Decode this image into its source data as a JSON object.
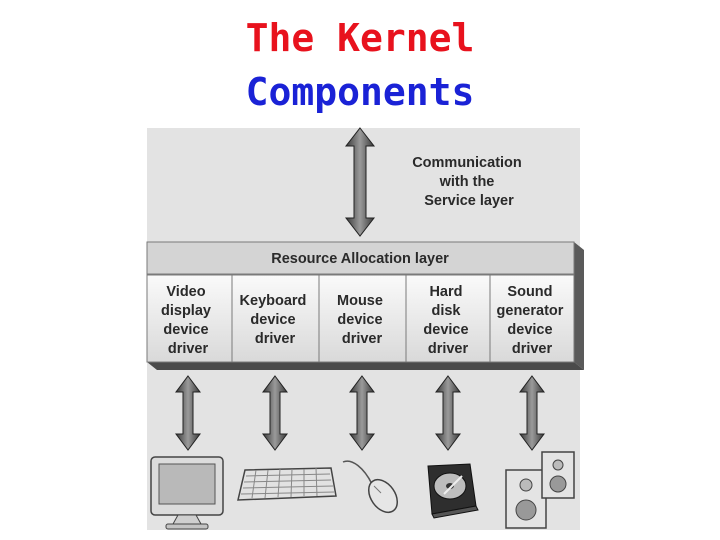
{
  "title": {
    "line1": "The Kernel",
    "line2": "Components"
  },
  "colors": {
    "title_line1": "#e8121d",
    "title_line2": "#1a22d6"
  },
  "communication_label": [
    "Communication",
    "with the",
    "Service layer"
  ],
  "resource_layer_label": "Resource Allocation layer",
  "drivers": [
    {
      "lines": [
        "Video",
        "display",
        "device",
        "driver"
      ],
      "device_icon": "monitor-icon"
    },
    {
      "lines": [
        "Keyboard",
        "device",
        "driver"
      ],
      "device_icon": "keyboard-icon"
    },
    {
      "lines": [
        "Mouse",
        "device",
        "driver"
      ],
      "device_icon": "mouse-icon"
    },
    {
      "lines": [
        "Hard",
        "disk",
        "device",
        "driver"
      ],
      "device_icon": "hard-disk-icon"
    },
    {
      "lines": [
        "Sound",
        "generator",
        "device",
        "driver"
      ],
      "device_icon": "speakers-icon"
    }
  ]
}
